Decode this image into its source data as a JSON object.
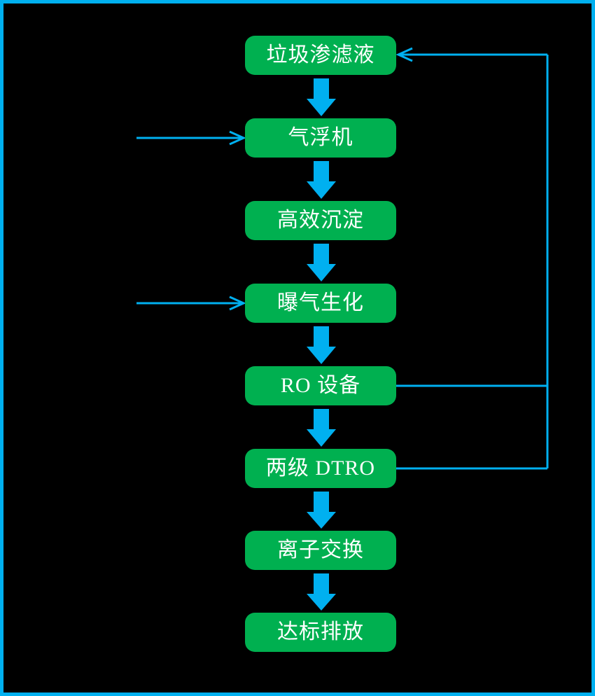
{
  "diagram": {
    "type": "flowchart",
    "orientation": "top-down",
    "colors": {
      "background": "#000000",
      "border": "#00b0f0",
      "node_fill": "#00b050",
      "node_text": "#ffffff",
      "arrow": "#00b0f0"
    },
    "nodes": [
      {
        "id": "leachate",
        "label": "垃圾渗滤液"
      },
      {
        "id": "air-flotation",
        "label": "气浮机"
      },
      {
        "id": "sedimentation",
        "label": "高效沉淀"
      },
      {
        "id": "aeration",
        "label": "曝气生化"
      },
      {
        "id": "ro",
        "label": "RO 设备"
      },
      {
        "id": "dtro",
        "label": "两级 DTRO"
      },
      {
        "id": "ion-exchange",
        "label": "离子交换"
      },
      {
        "id": "discharge",
        "label": "达标排放"
      }
    ],
    "edges": [
      {
        "from": "leachate",
        "to": "air-flotation",
        "style": "block-arrow-down"
      },
      {
        "from": "air-flotation",
        "to": "sedimentation",
        "style": "block-arrow-down"
      },
      {
        "from": "sedimentation",
        "to": "aeration",
        "style": "block-arrow-down"
      },
      {
        "from": "aeration",
        "to": "ro",
        "style": "block-arrow-down"
      },
      {
        "from": "ro",
        "to": "dtro",
        "style": "block-arrow-down"
      },
      {
        "from": "dtro",
        "to": "ion-exchange",
        "style": "block-arrow-down"
      },
      {
        "from": "ion-exchange",
        "to": "discharge",
        "style": "block-arrow-down"
      },
      {
        "from": "external-left",
        "to": "air-flotation",
        "style": "thin-arrow-right"
      },
      {
        "from": "external-left",
        "to": "aeration",
        "style": "thin-arrow-right"
      },
      {
        "from": "ro",
        "to": "leachate",
        "style": "thin-recycle-right-loop"
      },
      {
        "from": "dtro",
        "to": "leachate",
        "style": "thin-recycle-right-loop"
      }
    ]
  }
}
